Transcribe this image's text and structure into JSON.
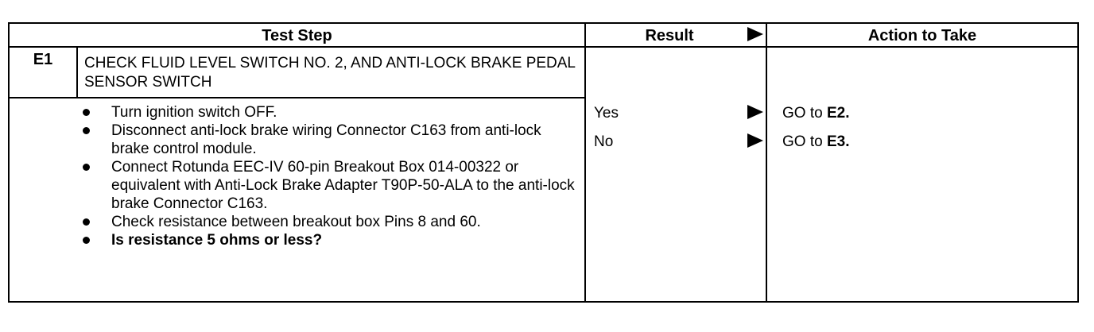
{
  "headers": {
    "test_step": "Test Step",
    "result": "Result",
    "action": "Action to Take"
  },
  "step": {
    "id": "E1",
    "title": "CHECK FLUID LEVEL SWITCH NO. 2, AND ANTI-LOCK BRAKE PEDAL SENSOR SWITCH",
    "bullets": [
      "Turn ignition switch OFF.",
      "Disconnect anti-lock brake wiring Connector C163 from anti-lock brake control module.",
      "Connect Rotunda EEC-IV 60-pin Breakout Box 014-00322 or equivalent with Anti-Lock Brake Adapter T90P-50-ALA to the anti-lock brake Connector C163.",
      "Check resistance between breakout box Pins 8 and 60.",
      "Is resistance 5 ohms or less?"
    ]
  },
  "results": [
    {
      "label": "Yes",
      "action_prefix": "GO to",
      "action_target": "E2."
    },
    {
      "label": "No",
      "action_prefix": "GO to",
      "action_target": "E3."
    }
  ]
}
